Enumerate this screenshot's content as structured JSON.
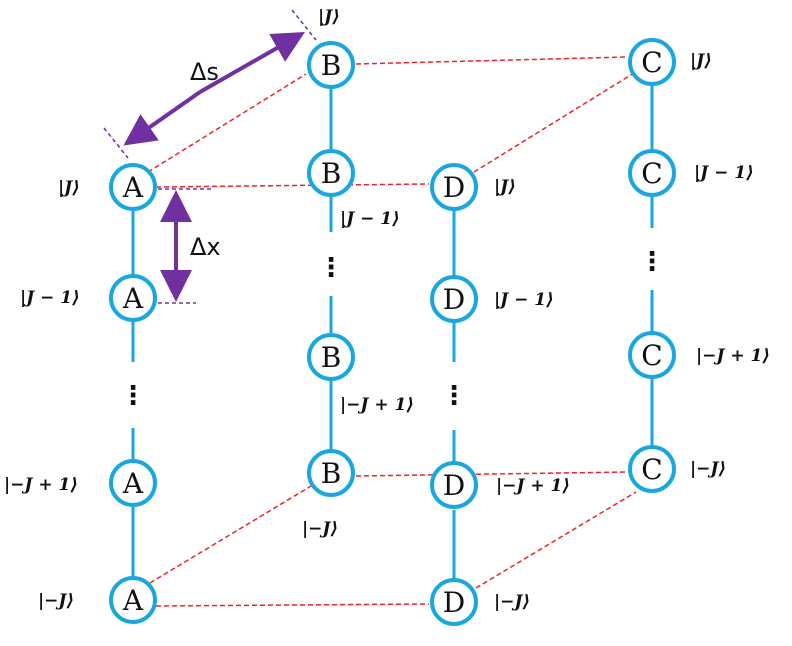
{
  "colors": {
    "node_stroke": "#1aa7e0",
    "chain_line": "#1aa7e0",
    "coupling_line": "#e8262a",
    "arrow": "#7030a0"
  },
  "columns": {
    "A": {
      "letter": "A"
    },
    "B": {
      "letter": "B"
    },
    "C": {
      "letter": "C"
    },
    "D": {
      "letter": "D"
    }
  },
  "labels": {
    "top": "|J⟩",
    "second": "|J − 1⟩",
    "second_low": "|−J + 1⟩",
    "bottom": "|−J⟩"
  },
  "arrows": {
    "delta_s": "Δs",
    "delta_x": "Δx"
  },
  "ellipsis": "⋮"
}
